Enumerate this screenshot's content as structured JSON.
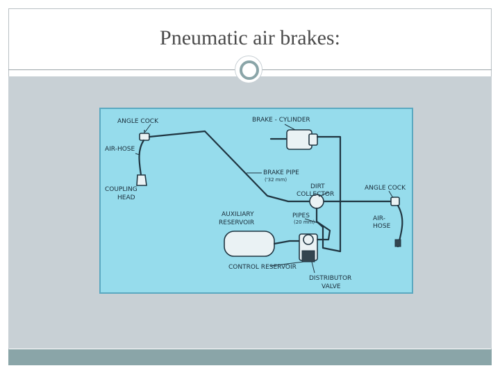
{
  "slide": {
    "title": "Pneumatic air brakes:",
    "accent_color": "#8aa5a8",
    "background_color": "#c8d0d5"
  },
  "diagram": {
    "labels": {
      "angle_cock_left": "ANGLE COCK",
      "air_hose_left": "AIR-HOSE",
      "coupling_head_line1": "COUPLING",
      "coupling_head_line2": "HEAD",
      "brake_cylinder": "BRAKE - CYLINDER",
      "brake_pipe_line1": "BRAKE PIPE",
      "brake_pipe_line2": "('32 mm)",
      "dirt_collector_line1": "DIRT",
      "dirt_collector_line2": "COLLECTOR",
      "angle_cock_right": "ANGLE COCK",
      "auxiliary_reservoir_line1": "AUXILIARY",
      "auxiliary_reservoir_line2": "RESERVOIR",
      "pipes_line1": "PIPES",
      "pipes_line2": "(20 mm)",
      "air_hose_right_line1": "AIR-",
      "air_hose_right_line2": "HOSE",
      "control_reservoir": "CONTROL RESERVOIR",
      "distributor_valve_line1": "DISTRIBUTOR",
      "distributor_valve_line2": "VALVE"
    },
    "colors": {
      "paper": "#96dcec",
      "ink": "#1f3440"
    }
  }
}
